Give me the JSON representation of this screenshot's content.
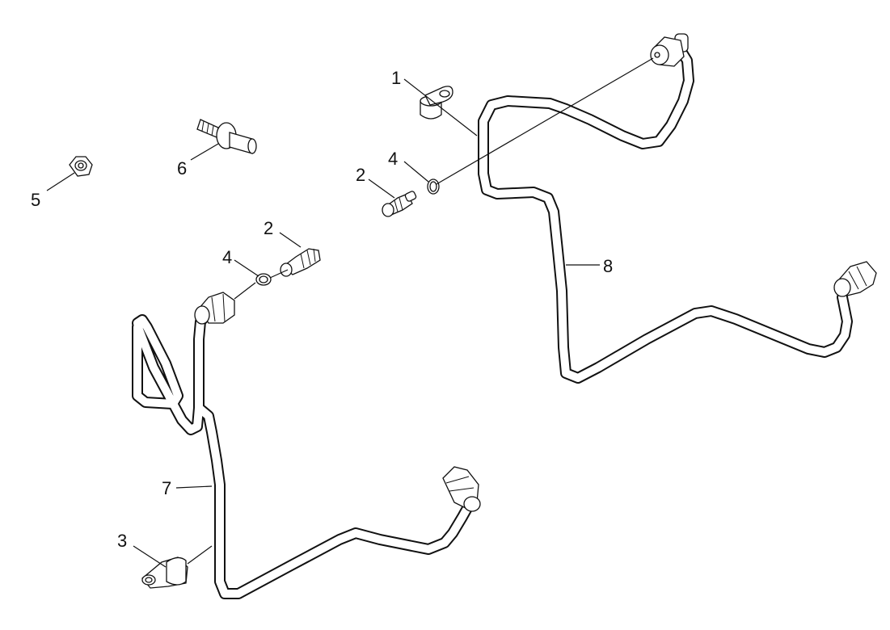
{
  "callouts": {
    "c1": "1",
    "c2a": "2",
    "c2b": "2",
    "c3": "3",
    "c4a": "4",
    "c4b": "4",
    "c5": "5",
    "c6": "6",
    "c7": "7",
    "c8": "8"
  },
  "parts": {
    "p1": "clip-1",
    "p2": "fitting-2",
    "p3": "clip-3",
    "p4": "washer-4",
    "p5": "nut-5",
    "p6": "banjo-bolt-6",
    "p7": "pipe-7",
    "p8": "pipe-8"
  }
}
